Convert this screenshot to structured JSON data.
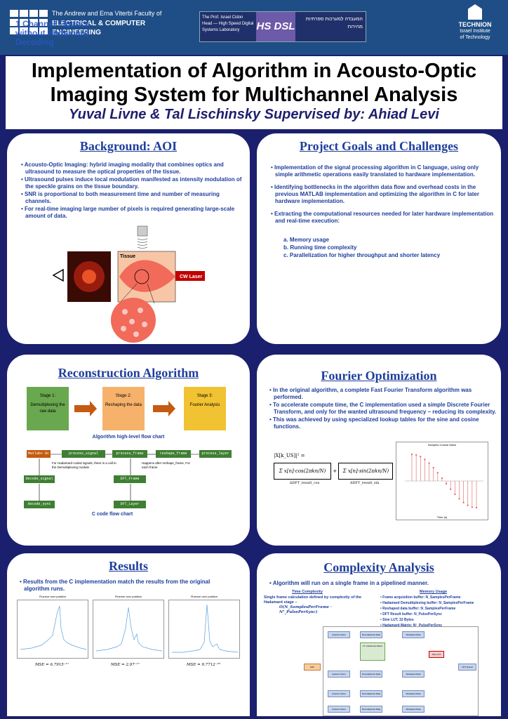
{
  "header": {
    "usc_line1": "The Andrew and Erna Viterbi Faculty of",
    "usc_line2": "ELECTRICAL & COMPUTER",
    "usc_line3": "ENGINEERING",
    "ghost_text": "1 Channel Fluence without Hadamard Decoding",
    "hsdsl_left": "The Prof. Israel Cidon Head — High Speed Digital Systems Laboratory",
    "hsdsl_mid": "HS DSL",
    "hsdsl_right": "המעבדה למערכות ספרתיות מהירות",
    "technion_name": "TECHNION",
    "technion_sub1": "Israel Institute",
    "technion_sub2": "of Technology"
  },
  "title": {
    "main": "Implementation of Algorithm in Acousto-Optic Imaging System for Multichannel Analysis",
    "authors": "Yuval Livne & Tal Lischinsky Supervised by: Ahiad Levi"
  },
  "background": {
    "title": "Background: AOI",
    "bullets": [
      "Acousto-Optic Imaging: hybrid imaging modality that combines optics and ultrasound to measure the optical properties of the tissue.",
      "Ultrasound pulses induce local modulation manifested as intensity modulation of the speckle grains on the tissue boundary.",
      "SNR is proportional to both measurement time and number of measuring channels.",
      "For real-time imaging large number of pixels is required generating large-scale amount of data."
    ],
    "tissue_label": "Tissue",
    "laser_label": "CW Laser"
  },
  "goals": {
    "title": "Project Goals and Challenges",
    "bullets": [
      "Implementation of the signal processing algorithm in C language, using only simple arithmetic operations easily translated to hardware implementation.",
      "Identifying bottlenecks in the algorithm data flow and overhead costs in the previous MATLAB implementation and optimizing the algorithm in C for later hardware implementation.",
      "Extracting the computational resources needed for later hardware implementation and real-time execution:"
    ],
    "subitems": [
      "a. Memory usage",
      "b. Running time complexity",
      "c. Parallelization for higher throughput and shorter latency"
    ]
  },
  "reconstruction": {
    "title": "Reconstruction Algorithm",
    "stage1_title": "Stage 1:",
    "stage1_text": "Demultiplexing the raw data",
    "stage2_title": "Stage 2:",
    "stage2_text": "Reshaping the data",
    "stage3_title": "Stage 3:",
    "stage3_text": "Fourier Analysis",
    "caption1": "Algorithm high-level flow chart",
    "nodes": {
      "matlab": "Matlab+ Dc",
      "process_signal": "process_signal",
      "process_frame": "process_frame",
      "reshape_frame": "reshape_frame",
      "process_layer": "process_layer",
      "decode_signal": "decode_signal",
      "decode_sync": "decode_sync",
      "dft_frame": "DFT_Frame",
      "dft_layer": "DFT_Layer"
    },
    "note1": "For Hadamard coded signals, there is a call to the Demultiplexing module",
    "note2": "Happens after reshape_frame, For each frame",
    "caption2": "C code flow chart"
  },
  "fourier": {
    "title": "Fourier Optimization",
    "bullets": [
      "In the original algorithm, a complete Fast Fourier Transform algorithm was performed.",
      "To accelerate compute time, the C implementation used a simple Discrete Fourier Transform, and only for the wanted ultrasound frequency – reducing its complexity.",
      "This was achieved by using specialized lookup tables for the sine and cosine functions."
    ],
    "formula_lhs": "|X[k_US]|² =",
    "formula_cos_label": "ΔDFT_result_cos",
    "formula_sin_label": "ΔDFT_result_sin",
    "plot_title": "Sampled Cosine Wave",
    "plot_xlabel": "Time (s)"
  },
  "results": {
    "title": "Results",
    "bullets": [
      "Results from the C implementation match the results from the original algorithm runs."
    ],
    "plots": [
      {
        "title": "Fluence over position",
        "mse": "MSE = 6.7915⁻¹⁷"
      },
      {
        "title": "Fluence over position",
        "mse": "MSE = 2.97⁻¹⁷"
      },
      {
        "title": "Fluence over position",
        "mse": "MSE = 9.7712⁻²⁰"
      }
    ]
  },
  "complexity": {
    "title": "Complexity Analysis",
    "bullets": [
      "Algorithm will run on a single frame in a pipelined manner."
    ],
    "time_head": "Time Complexity",
    "time_text": "Single frame calculation defined by complexity of the Hadamard stage –",
    "time_formula": "O(N_SamplesPerFrame · N²_PulsePerSync)",
    "mem_head": "Memory Usage",
    "mem_items": [
      "Frame acquisition buffer: N_SamplesPerFrame",
      "Hadamard Demultiplexing buffer: N_SamplesPerFrame",
      "Reshaped data buffer: N_SamplesPerFrame",
      "DFT Result buffer: N_PulsePerSync",
      "Sine LUT, 32 Bytes",
      "Hadamard Matrix: N²_PulsePerSync"
    ],
    "diagram": {
      "input": "ADC",
      "center": "Ch. Hadamard Matrix",
      "sine": "Sine LUT",
      "out": "DFT Result",
      "acq": "Acquire Frame",
      "demux": "Demultiplexed Data",
      "reshaped": "Reshaped Data"
    }
  },
  "colors": {
    "bg": "#1a1f6e",
    "accent": "#1f3e9c",
    "stage1": "#6aa84f",
    "stage2": "#f6b26b",
    "stage3": "#f1c232",
    "arrow": "#c55a11"
  }
}
